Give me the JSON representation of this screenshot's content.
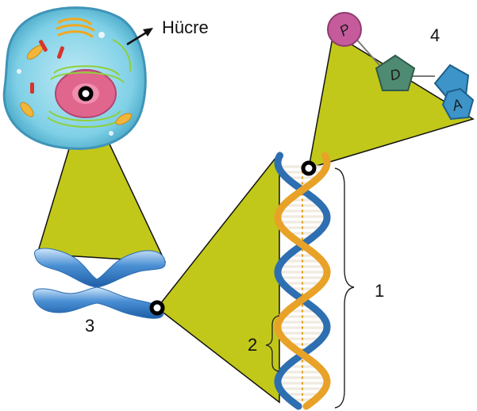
{
  "labels": {
    "cell": "Hücre",
    "dna_molecule": "1",
    "base_pair_span": "2",
    "chromosome": "3",
    "nucleotide": "4"
  },
  "nucleotide_parts": {
    "phosphate": "P",
    "sugar": "D",
    "base": "A"
  },
  "colors": {
    "zoom_cone": "#c2c81a",
    "cone_outline": "#111111",
    "phosphate": "#c65b9c",
    "sugar": "#4f8a73",
    "base": "#3c94c9",
    "backbone_orange": "#e8a228",
    "backbone_blue": "#2d6fb0",
    "rungs": "#f0eadf",
    "cell_fill": "#7fd0e6",
    "nucleus": "#e0668e",
    "chromosome": "#4a8fd3"
  },
  "icons": [
    "arrow-icon",
    "zoom-marker-icon",
    "curly-brace-icon"
  ]
}
